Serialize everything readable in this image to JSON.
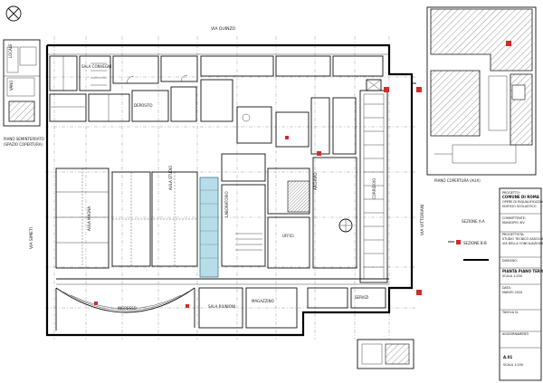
{
  "streets": {
    "north": "VIA QUINZO",
    "west": "VIA SIMETI",
    "east": "VIA VITTORIANI"
  },
  "inset_left_title": "PIANO SEMINTERRATO",
  "inset_left_subtitle": "(SPAZIO COPERTURA)",
  "inset_right_title": "PIANO COPERTURA (AUX)",
  "section_marks": [
    "SEZIONE A-A",
    "SEZIONE B-B"
  ],
  "scale_note": "SCALA 1:200",
  "rooms": [
    {
      "label": "SALA CONVEGNI"
    },
    {
      "label": "AULA MAGNA"
    },
    {
      "label": "DEPOSITO"
    },
    {
      "label": "AULA STUDIO"
    },
    {
      "label": "LABORATORIO"
    },
    {
      "label": "UFFICI"
    },
    {
      "label": "ARCHIVIO"
    },
    {
      "label": "INGRESSO"
    },
    {
      "label": "MAGAZZINO"
    },
    {
      "label": "SALA RIUNIONI"
    },
    {
      "label": "CORRIDOIO"
    },
    {
      "label": "SERVIZI"
    }
  ],
  "title_block": {
    "rows": [
      "PROGETTO:",
      "COMUNE DI ROMA",
      "OPERE DI RIQUALIFICAZIONE",
      "EDIFICIO SCOLASTICO",
      "COMMITTENTE:",
      "MUNICIPIO XIV",
      "PROGETTISTA:",
      "STUDIO TECNICO ASSOCIATO",
      "VIA DELLA CONCILIAZIONE 10",
      "DISEGNO:",
      "PIANTA PIANO TERRA",
      "SCALA 1:200",
      "DATA:",
      "MARZO 2020",
      "TAVOLA N.",
      "AGGIORNAMENTI"
    ],
    "bold": [
      "COMUNE DI ROMA",
      "PIANTA PIANO TERRA"
    ],
    "sheet_code": "A.01"
  },
  "colors": {
    "line": "#111111",
    "highlight": "#b8dde8",
    "fire_marker": "#d22b2b",
    "hatch": "#555555"
  }
}
